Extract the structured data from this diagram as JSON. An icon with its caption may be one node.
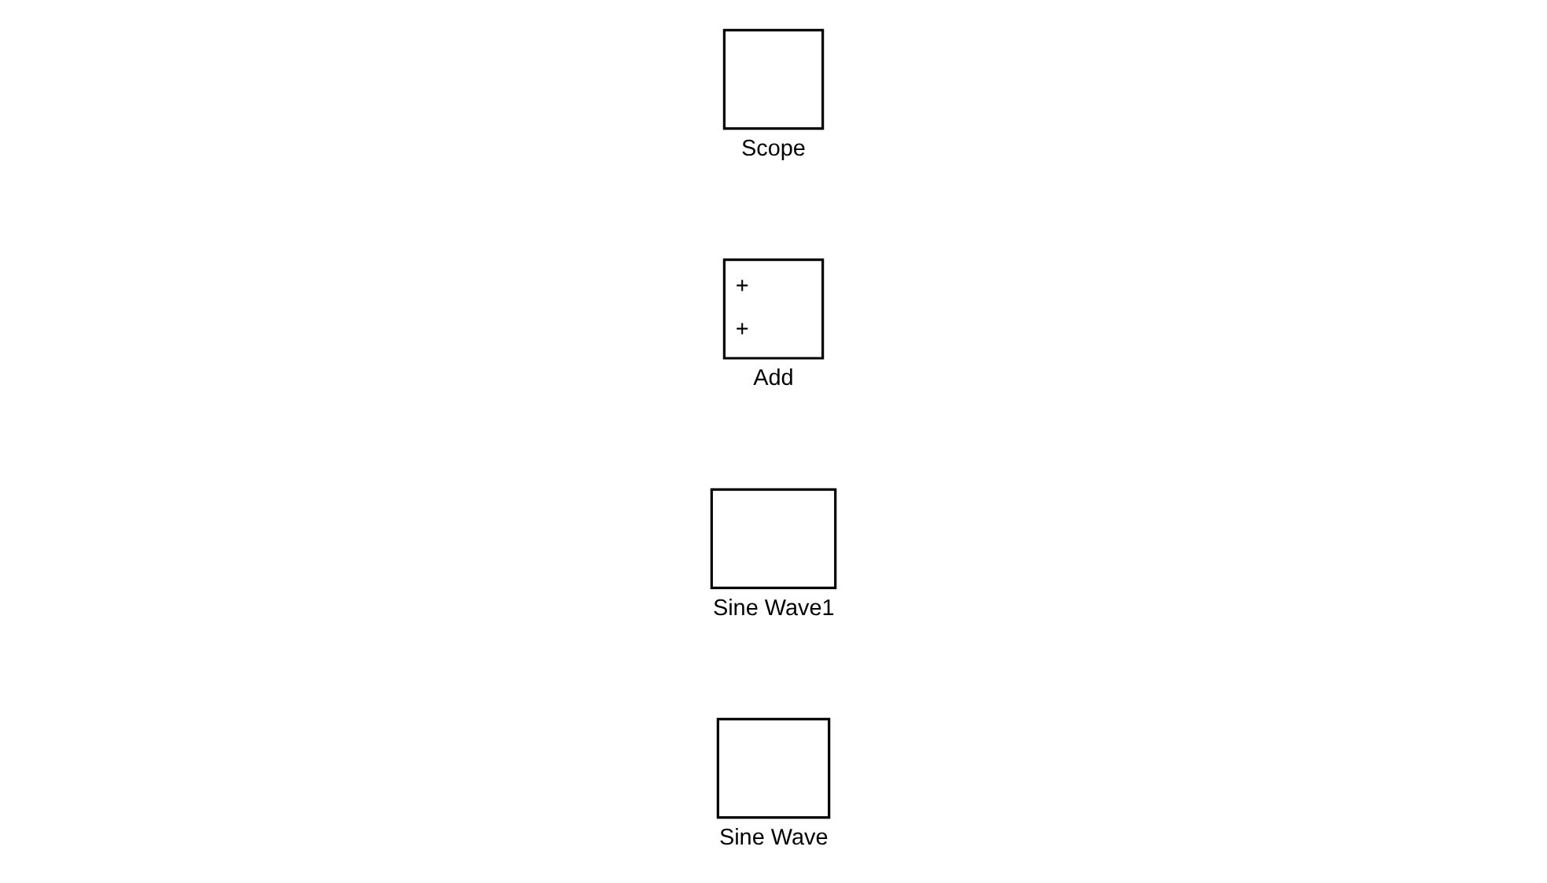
{
  "diagram": {
    "nodes": [
      {
        "text": [
          "Sine Wave"
        ]
      },
      {
        "text": [
          "Sine Wave1"
        ]
      },
      {
        "text": [
          "+",
          "+",
          "Add"
        ]
      },
      {
        "text": [
          "Scope"
        ]
      }
    ]
  }
}
